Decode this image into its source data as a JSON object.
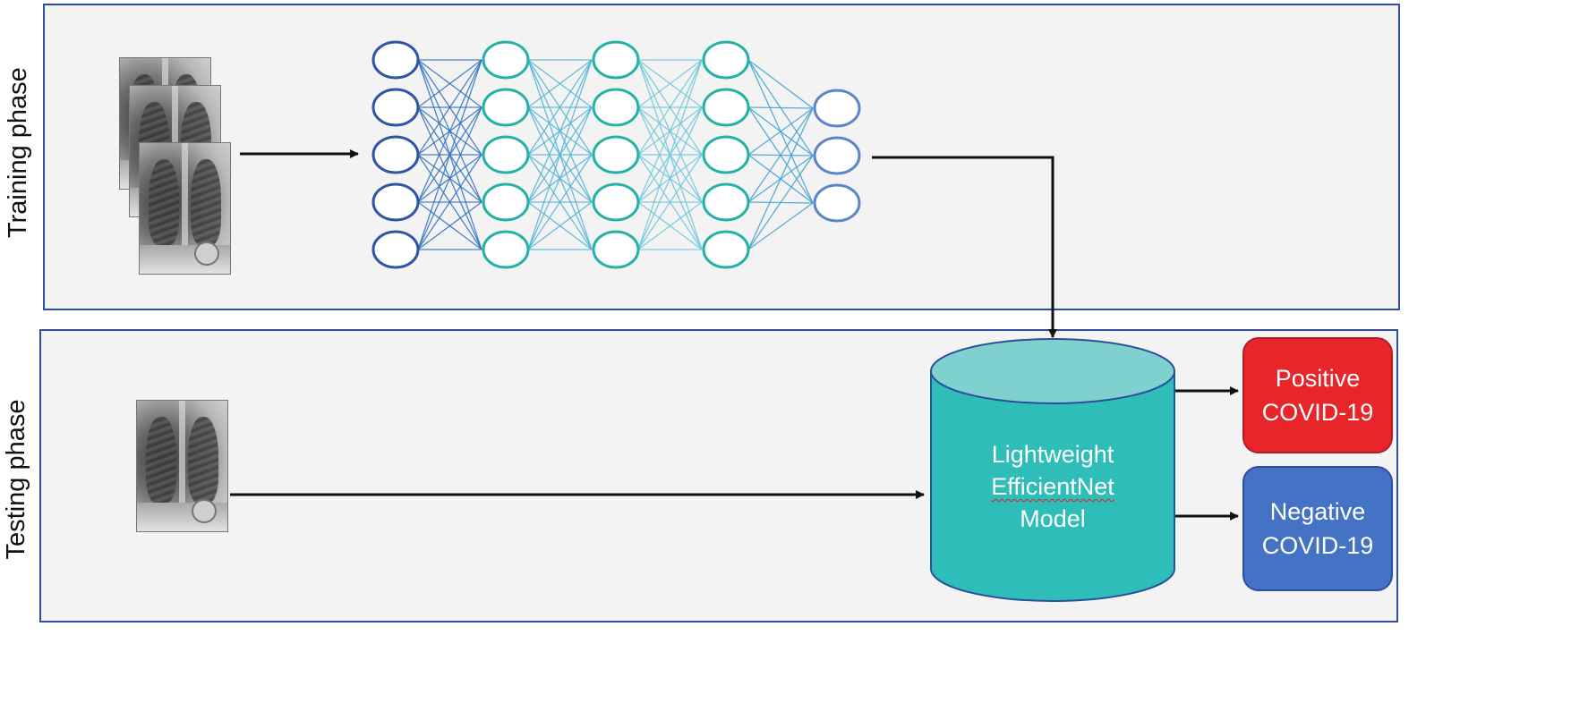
{
  "training": {
    "label": "Training  phase"
  },
  "testing": {
    "label": "Testing phase"
  },
  "model": {
    "line1": "Lightweight",
    "line2": "EfficientNet",
    "line3": "Model"
  },
  "results": {
    "positive": {
      "line1": "Positive",
      "line2": "COVID-19",
      "color": "#e8262a"
    },
    "negative": {
      "line1": "Negative",
      "line2": "COVID-19",
      "color": "#4472c4"
    }
  },
  "network": {
    "layers": [
      5,
      5,
      5,
      5,
      3
    ],
    "layer_colors": [
      "#2f55a4",
      "#25b2a6",
      "#25b2a6",
      "#25b2a6",
      "#5b86c8"
    ]
  },
  "colors": {
    "panel_border": "#2f4f9e",
    "cylinder": "#2ebdb8",
    "cylinder_top": "#7fd1d0"
  }
}
